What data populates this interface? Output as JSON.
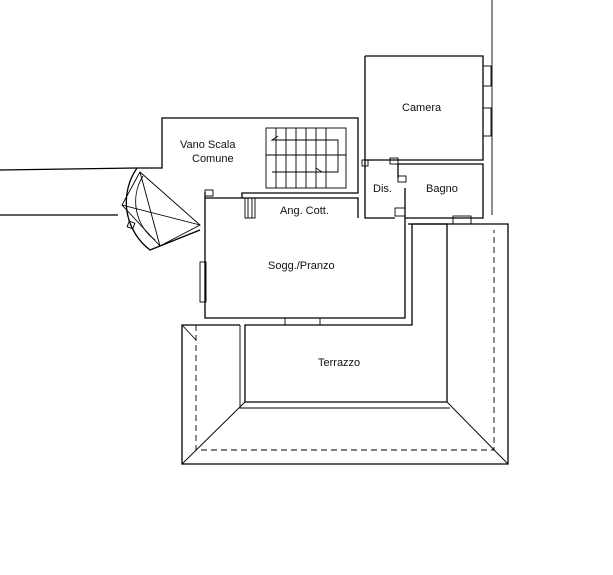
{
  "rooms": {
    "vano_scala_line1": "Vano Scala",
    "vano_scala_line2": "Comune",
    "camera": "Camera",
    "dis": "Dis.",
    "bagno": "Bagno",
    "ang_cott": "Ang. Cott.",
    "sogg_pranzo": "Sogg./Pranzo",
    "terrazzo": "Terrazzo"
  },
  "colors": {
    "lines": "#000000",
    "background": "#ffffff"
  }
}
